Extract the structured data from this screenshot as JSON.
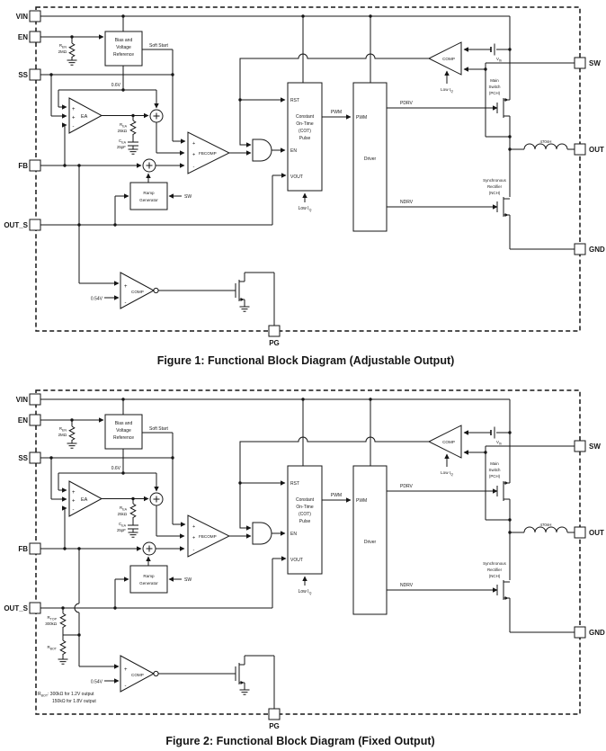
{
  "page": {
    "background": "#ffffff",
    "ink": "#161616"
  },
  "figure1": {
    "caption": "Figure 1: Functional Block Diagram (Adjustable Output)"
  },
  "figure2": {
    "caption": "Figure 2: Functional Block Diagram (Fixed Output)",
    "r_top": {
      "name": "R",
      "sub": "TOP",
      "value": "300kΩ"
    },
    "r_bot": {
      "name": "R",
      "sub": "BOT"
    },
    "note": {
      "pre": "R",
      "sub": "BOT",
      "line1_rest": ": 300kΩ for 1.2V output",
      "line2": "150kΩ for 1.8V output"
    }
  },
  "pins": {
    "vin": "VIN",
    "en": "EN",
    "ss": "SS",
    "fb": "FB",
    "out_s": "OUT_S",
    "sw": "SW",
    "out": "OUT",
    "gnd": "GND",
    "pg": "PG"
  },
  "blocks": {
    "bias": [
      "Bias and",
      "Voltage",
      "Reference"
    ],
    "cot": [
      "Constant",
      "On-Time",
      "(COT)",
      "Pulse"
    ],
    "driver": "Driver",
    "ramp": [
      "Ramp",
      "Generator"
    ],
    "main_switch": [
      "Main",
      "Switch",
      "(PCH)"
    ],
    "sync_rectifier": [
      "Synchronous",
      "Rectifier",
      "(NCH)"
    ]
  },
  "signals": {
    "soft_start": "Soft Start",
    "ref_0v6": "0.6V",
    "pwm": "PWM",
    "pdrv": "PDRV",
    "ndrv": "NDRV",
    "rst": "RST",
    "en": "EN",
    "vout": "VOUT",
    "sw": "SW",
    "threshold_0v54": "0.54V",
    "inductor_470nh": "470nH"
  },
  "components": {
    "r_en": {
      "name": "R",
      "sub": "EN",
      "value": "2MΩ"
    },
    "r_ea": {
      "name": "R",
      "sub": "EA",
      "value": "25kΩ"
    },
    "c_ea": {
      "name": "C",
      "sub": "EA",
      "value": "25pF"
    },
    "v_th": {
      "name": "V",
      "sub": "th"
    },
    "low_iq": {
      "pre": "Low I",
      "sub": "Q"
    }
  },
  "amplifiers": {
    "ea": "EA",
    "fbcomp": "FBCOMP",
    "comp": "COMP"
  },
  "marks": {
    "plus": "+",
    "minus": "-"
  }
}
